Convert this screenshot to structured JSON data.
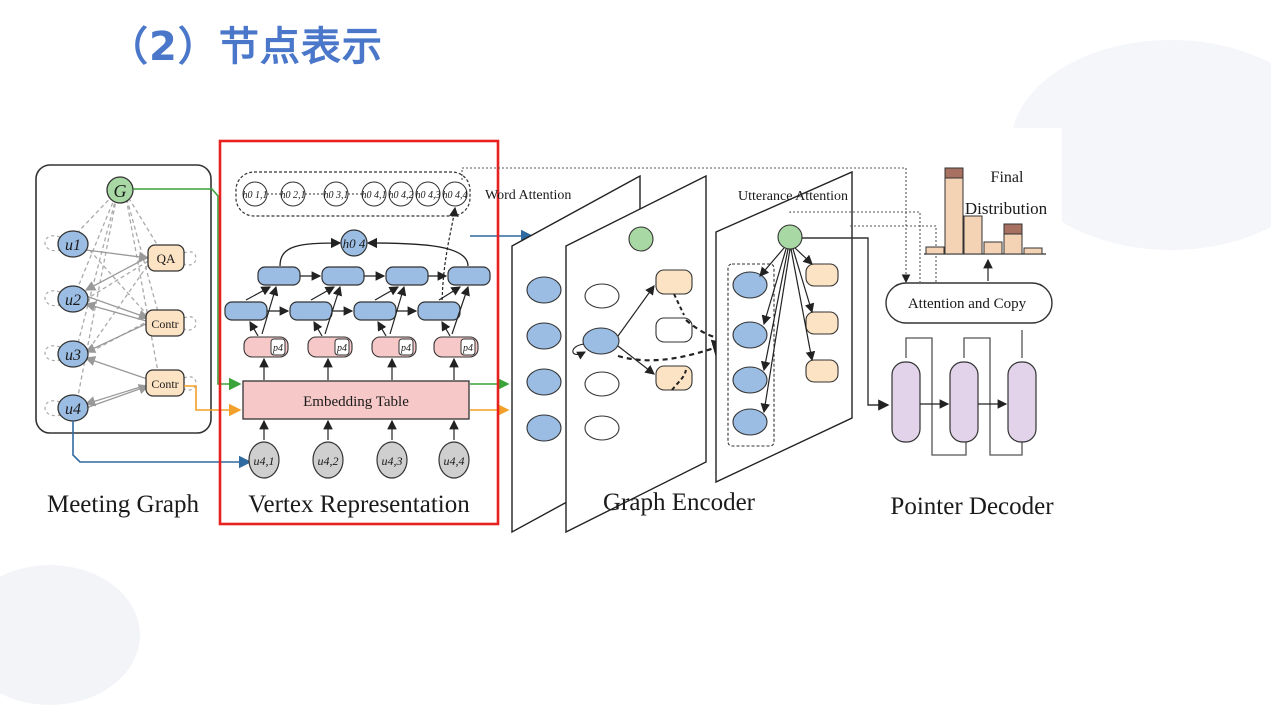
{
  "slide": {
    "title": "（2）节点表示"
  },
  "diagram": {
    "sections": {
      "meeting_graph": "Meeting Graph",
      "vertex_representation": "Vertex Representation",
      "graph_encoder": "Graph Encoder",
      "pointer_decoder": "Pointer Decoder"
    },
    "meeting_graph_nodes": {
      "g": "G",
      "u1": "u1",
      "u2": "u2",
      "u3": "u3",
      "u4": "u4",
      "qa": "QA",
      "contr1": "Contr",
      "contr2": "Contr"
    },
    "vertex_rep": {
      "h_tokens": [
        "h0 1,1",
        "h0 2,1",
        "h0 3,1",
        "h0 4,1",
        "h0 4,2",
        "h0 4,3",
        "h0 4,4"
      ],
      "h4": "h0 4",
      "p_labels": [
        "p4",
        "p4",
        "p4",
        "p4"
      ],
      "embedding_table": "Embedding Table",
      "inputs": [
        "u4,1",
        "u4,2",
        "u4,3",
        "u4,4"
      ]
    },
    "encoder": {
      "word_attention": "Word Attention",
      "utterance_attention": "Utterance Attention"
    },
    "decoder": {
      "attention_copy": "Attention and Copy",
      "final_distribution_line1": "Final",
      "final_distribution_line2": "Distribution"
    }
  },
  "colors": {
    "title_blue": "#4a77c9",
    "node_blue": "#9bbde3",
    "node_green": "#a8d8a3",
    "node_orange": "#fce3c4",
    "node_pink": "#f6c8c8",
    "node_purple": "#e2d3ea",
    "highlight_red": "#e82020",
    "arrow_green": "#3aa33a",
    "arrow_orange": "#f2a02a",
    "arrow_blue": "#2f6aa0"
  }
}
